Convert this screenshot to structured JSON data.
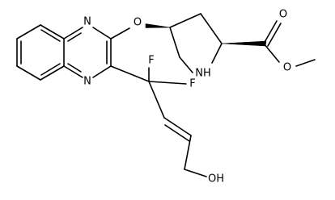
{
  "molecule": {
    "atoms": {
      "n_top": "N",
      "n_bottom": "N",
      "o_ether": "O",
      "f_upper": "F",
      "f_lower": "F",
      "nh": "NH",
      "o_carbonyl": "O",
      "o_ester": "O",
      "oh": "OH"
    },
    "colors": {
      "bond": "#000000",
      "background": "#ffffff"
    }
  }
}
